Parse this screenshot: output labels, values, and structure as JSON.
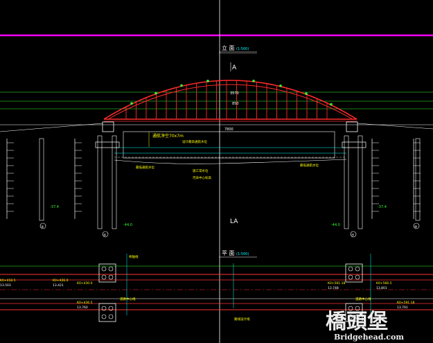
{
  "elevation": {
    "title": "立 面",
    "scale": "(1:500)",
    "section_mark_top": "A",
    "section_mark_bottom": "LA",
    "arch_span_text": "3570",
    "arch_rise_text": "850",
    "deck_span_text": "7800",
    "navigation_clearance_text": "通航净空70x7m",
    "pier_labels": [
      "③",
      "⑤",
      "⑦",
      "⑨"
    ],
    "notes": [
      "设计最高通航水位",
      "最低通航水位",
      "施工常水位",
      "河床中心标高"
    ],
    "left_depth": "-37.4",
    "right_depth": "-37.4",
    "mid_left_depth": "-44.0",
    "mid_right_depth": "-44.0"
  },
  "plan": {
    "title": "平 面",
    "scale": "(1:500)",
    "left_stations": [
      "K0+418.5",
      "K0+426.0",
      "K0+430.0",
      "K0+436.5"
    ],
    "left_elevations": [
      "13.503",
      "13.421",
      "13.760"
    ],
    "right_stations": [
      "K0+561.18",
      "K0+566.5",
      "K0+591.18"
    ],
    "right_elevations": [
      "13.748",
      "13.801",
      "13.791"
    ],
    "labels": [
      "桥轴线",
      "道路中心线",
      "路线设计线"
    ]
  },
  "colors": {
    "background": "#000000",
    "arch": "#ff2a2a",
    "guide": "#ffffff",
    "magenta": "#ff00ff",
    "green": "#33ff33",
    "cyan": "#00ffff",
    "yellow": "#ffff00",
    "road": "#ff3333"
  },
  "watermark": {
    "cn": "橋頭堡",
    "en": "Bridgehead.com"
  }
}
